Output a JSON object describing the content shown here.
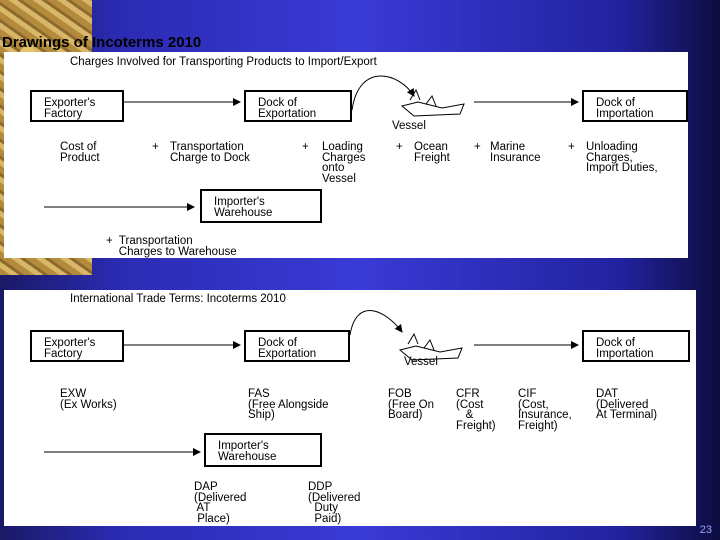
{
  "slide": {
    "title": "Drawings of Incoterms 2010",
    "page_number": "23"
  },
  "top_panel": {
    "title": "Charges Involved for Transporting Products to Import/Export",
    "boxes": {
      "factory": "Exporter's\nFactory",
      "dock_export": "Dock of\nExportation",
      "dock_import": "Dock of\nImportation",
      "warehouse": "Importer's\nWarehouse"
    },
    "vessel_label": "Vessel",
    "charges": {
      "cost": "Cost of\nProduct",
      "plus1": "+",
      "transport": "Transportation\nCharge to Dock",
      "plus2": "+",
      "loading": "Loading\nCharges\nonto\nVessel",
      "plus3": "+",
      "ocean": "Ocean\nFreight",
      "plus4": "+",
      "marine": "Marine\nInsurance",
      "plus5": "+",
      "unloading": "Unloading\nCharges,\nImport Duties,",
      "warehouse_charge": "+  Transportation\n    Charges to Warehouse"
    }
  },
  "bottom_panel": {
    "title": "International Trade Terms: Incoterms 2010",
    "boxes": {
      "factory": "Exporter's\nFactory",
      "dock_export": "Dock of\nExportation",
      "dock_import": "Dock of\nImportation",
      "warehouse": "Importer's\nWarehouse"
    },
    "vessel_label": "Vessel",
    "terms": {
      "exw": "EXW\n(Ex Works)",
      "fas": "FAS\n(Free Alongside\nShip)",
      "fob": "FOB\n(Free On\nBoard)",
      "cfr": "CFR\n(Cost\n   &\nFreight)",
      "cif": "CIF\n(Cost,\nInsurance,\nFreight)",
      "dat": "DAT\n(Delivered\nAt Terminal)",
      "dap": "DAP\n(Delivered\n AT\n Place)",
      "ddp": "DDP\n(Delivered\n  Duty\n  Paid)"
    }
  }
}
